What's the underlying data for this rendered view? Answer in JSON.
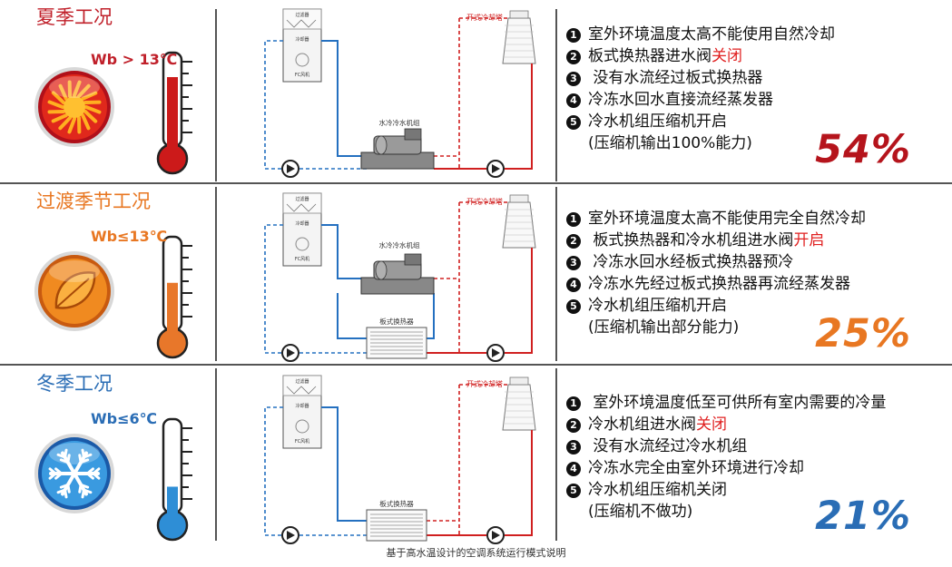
{
  "modes": [
    {
      "title": "夏季工况",
      "title_color": "#c0202a",
      "wb": "Wb > 13℃",
      "wb_color": "#c0202a",
      "icon": "sun-icon",
      "thermo_level": 0.8,
      "thermo_color": "#cc1a1a",
      "diagram": {
        "tower_label": "开式冷却塔",
        "chiller_label": "水冷冷水机组",
        "filter_label": "过滤器",
        "cooler_label": "冷却器",
        "fc_label": "FC风机"
      },
      "steps": [
        {
          "num": "1",
          "parts": [
            "室外环境温度太高不能使用自然冷却"
          ]
        },
        {
          "num": "2",
          "parts": [
            "板式换热器进水阀",
            "关闭"
          ]
        },
        {
          "num": "3",
          "parts": [
            " 没有水流经过板式换热器"
          ]
        },
        {
          "num": "4",
          "parts": [
            "冷冻水回水直接流经蒸发器"
          ]
        },
        {
          "num": "5",
          "parts": [
            "冷水机组压缩机开启"
          ]
        }
      ],
      "note": "(压缩机输出100%能力)",
      "percent": "54%",
      "percent_color": "#b5141c"
    },
    {
      "title": "过渡季节工况",
      "title_color": "#e87722",
      "wb": "Wb≤13℃",
      "wb_color": "#e87722",
      "icon": "leaf-icon",
      "thermo_level": 0.55,
      "thermo_color": "#e8772a",
      "diagram": {
        "tower_label": "开式冷却塔",
        "chiller_label": "水冷冷水机组",
        "hx_label": "板式换热器",
        "filter_label": "过滤器",
        "cooler_label": "冷却器",
        "fc_label": "FC风机"
      },
      "steps": [
        {
          "num": "1",
          "parts": [
            "室外环境温度太高不能使用完全自然冷却"
          ]
        },
        {
          "num": "2",
          "parts": [
            " 板式换热器和冷水机组进水阀",
            "开启"
          ]
        },
        {
          "num": "3",
          "parts": [
            " 冷冻水回水经板式换热器预冷"
          ]
        },
        {
          "num": "4",
          "parts": [
            "冷冻水先经过板式换热器再流经蒸发器"
          ]
        },
        {
          "num": "5",
          "parts": [
            "冷水机组压缩机开启"
          ]
        }
      ],
      "note": "(压缩机输出部分能力)",
      "percent": "25%",
      "percent_color": "#e87722"
    },
    {
      "title": "冬季工况",
      "title_color": "#2a6db5",
      "wb": "Wb≤6℃",
      "wb_color": "#2a6db5",
      "icon": "snowflake-icon",
      "thermo_level": 0.3,
      "thermo_color": "#2e8ed6",
      "diagram": {
        "tower_label": "开式冷却塔",
        "hx_label": "板式换热器",
        "filter_label": "过滤器",
        "cooler_label": "冷却器",
        "fc_label": "FC风机"
      },
      "steps": [
        {
          "num": "1",
          "parts": [
            " 室外环境温度低至可供所有室内需要的冷量"
          ]
        },
        {
          "num": "2",
          "parts": [
            "冷水机组进水阀",
            "关闭"
          ]
        },
        {
          "num": "3",
          "parts": [
            " 没有水流经过冷水机组"
          ]
        },
        {
          "num": "4",
          "parts": [
            "冷冻水完全由室外环境进行冷却"
          ]
        },
        {
          "num": "5",
          "parts": [
            "冷水机组压缩机关闭"
          ]
        }
      ],
      "note": "(压缩机不做功)",
      "percent": "21%",
      "percent_color": "#2a6db5"
    }
  ],
  "caption": "基于高水温设计的空调系统运行模式说明"
}
